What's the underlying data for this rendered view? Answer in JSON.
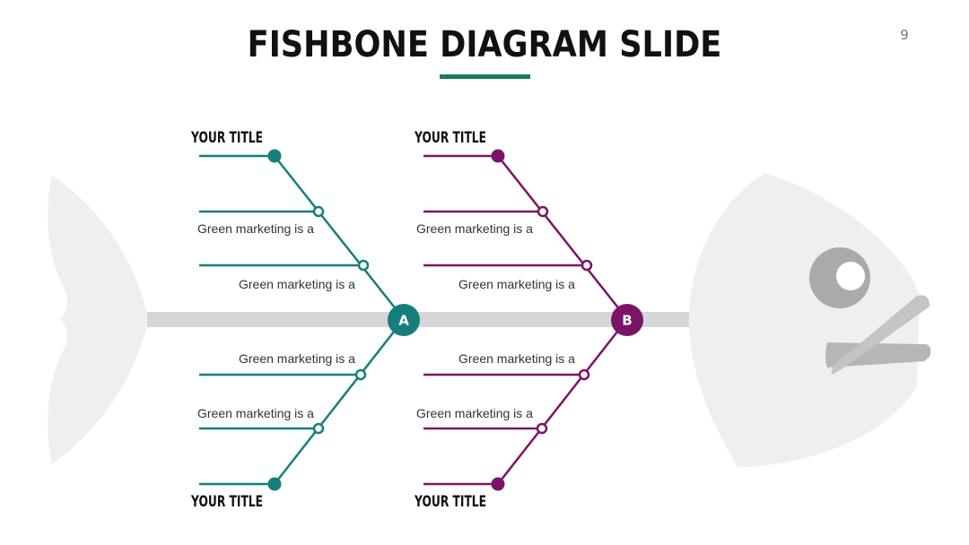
{
  "slide": {
    "title": "FISHBONE DIAGRAM SLIDE",
    "page_number": "9"
  },
  "colors": {
    "accent_green": "#1a7a52",
    "branch_a": "#167e7a",
    "branch_b": "#7b1466",
    "spine": "#d6d6d6",
    "fish_body": "#efefef",
    "eye_ring": "#aaaaaa",
    "mouth": "#b9b9b9"
  },
  "icons": {
    "fish_head": "fish-head-icon",
    "fish_tail": "fish-tail-icon"
  },
  "branch_a": {
    "node_label": "A",
    "top_title": "YOUR TITLE",
    "bottom_title": "YOUR TITLE",
    "top_rib_1_text": "Green marketing is a",
    "top_rib_2_text": "Green marketing is a",
    "bottom_rib_1_text": "Green marketing is a",
    "bottom_rib_2_text": "Green marketing is a"
  },
  "branch_b": {
    "node_label": "B",
    "top_title": "YOUR TITLE",
    "bottom_title": "YOUR TITLE",
    "top_rib_1_text": "Green marketing is a",
    "top_rib_2_text": "Green marketing is a",
    "bottom_rib_1_text": "Green marketing is a",
    "bottom_rib_2_text": "Green marketing is a"
  }
}
